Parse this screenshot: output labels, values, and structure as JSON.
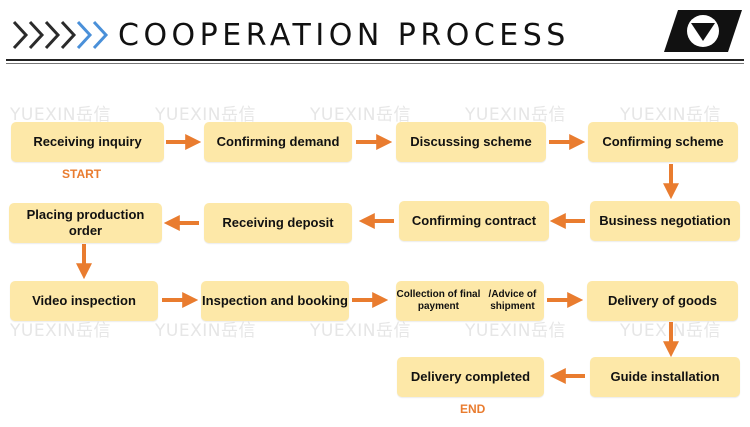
{
  "header": {
    "title": "COOPERATION  PROCESS",
    "logo_icon": "inverted-triangle-logo-icon",
    "chevrons_icon": "double-chevron-right-icon"
  },
  "watermark": {
    "text": "YUEXIN岳信"
  },
  "colors": {
    "box_fill": "#fde8a8",
    "arrow": "#e97c2f",
    "tag_text": "#e97c2f",
    "chevron_dark": "#2b2b2b",
    "chevron_light": "#4a90d9"
  },
  "steps": [
    {
      "label": "Receiving inquiry"
    },
    {
      "label": "Confirming demand"
    },
    {
      "label": "Discussing scheme"
    },
    {
      "label": "Confirming scheme"
    },
    {
      "label": "Business negotiation"
    },
    {
      "label": "Confirming contract"
    },
    {
      "label": "Receiving deposit"
    },
    {
      "label": "Placing production order"
    },
    {
      "label": "Video inspection"
    },
    {
      "label": "Inspection and booking"
    },
    {
      "label_line1": "Collection of final payment",
      "label_line2": "/Advice of shipment"
    },
    {
      "label": "Delivery of goods"
    },
    {
      "label": "Guide installation"
    },
    {
      "label": "Delivery completed"
    }
  ],
  "tags": {
    "start": "START",
    "end": "END"
  }
}
